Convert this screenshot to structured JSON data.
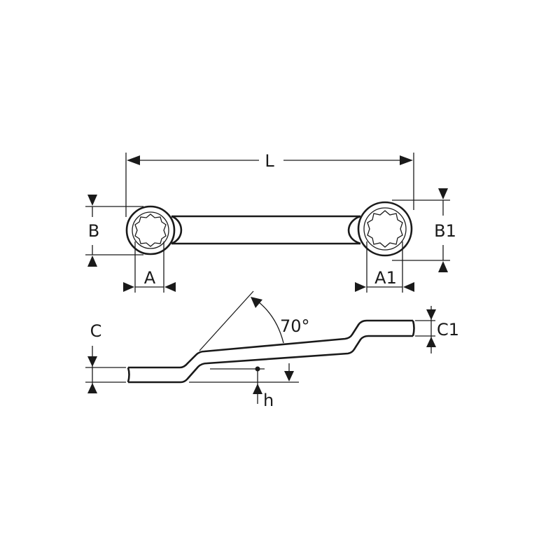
{
  "diagram": {
    "subject": "double-ended offset ring spanner, technical dimension drawing",
    "top_view": {
      "labels": {
        "length": "L",
        "left_ring_height": "B",
        "right_ring_height": "B1",
        "left_opening": "A",
        "right_opening": "A1"
      }
    },
    "side_view": {
      "labels": {
        "left_thickness": "C",
        "right_thickness": "C1",
        "offset_height": "h",
        "angle": "70°"
      }
    },
    "colors": {
      "line": "#1a1a1a",
      "background": "#ffffff"
    }
  }
}
